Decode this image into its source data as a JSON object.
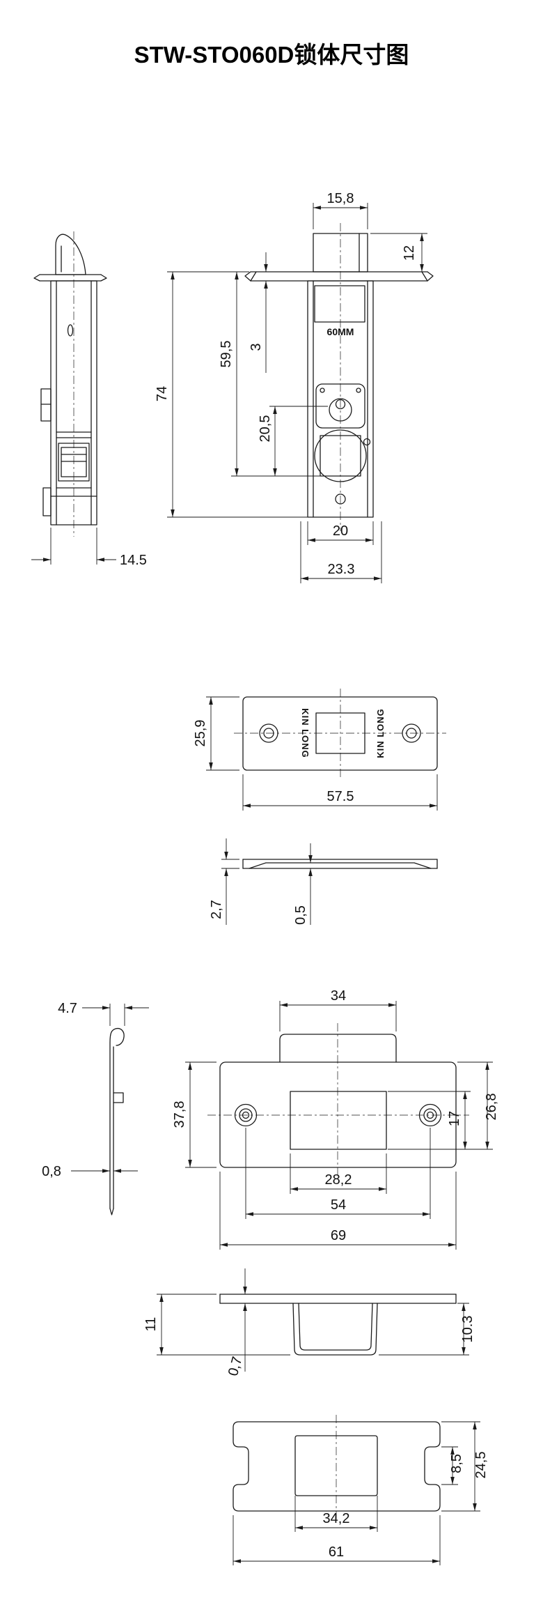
{
  "title": "STW-STO060D锁体尺寸图",
  "labels": {
    "capacity": "60MM",
    "brand": "KIN LONG"
  },
  "dims": {
    "latch_w": "15,8",
    "latch_h": "12",
    "flange_t": "3",
    "to_cyl": "59,5",
    "total_h": "74",
    "cyl_to_spindle": "20,5",
    "body_w": "20",
    "body_d": "23.3",
    "side_w": "14.5",
    "face_h": "25,9",
    "face_w": "57.5",
    "face_t1": "2,7",
    "face_t2": "0,5",
    "strike_tab_w": "34",
    "spring_w": "4.7",
    "spring_t": "0,8",
    "strike_h": "37,8",
    "strike_hole_h": "17",
    "strike_edge_h": "26,8",
    "strike_hole_w": "28,2",
    "screw_cc": "54",
    "strike_w": "69",
    "box_h": "11",
    "sheet_t": "0,7",
    "box_d": "10.3",
    "plate_notch_h": "8,5",
    "plate_h": "24,5",
    "plate_hole_w": "34,2",
    "plate_w": "61"
  }
}
